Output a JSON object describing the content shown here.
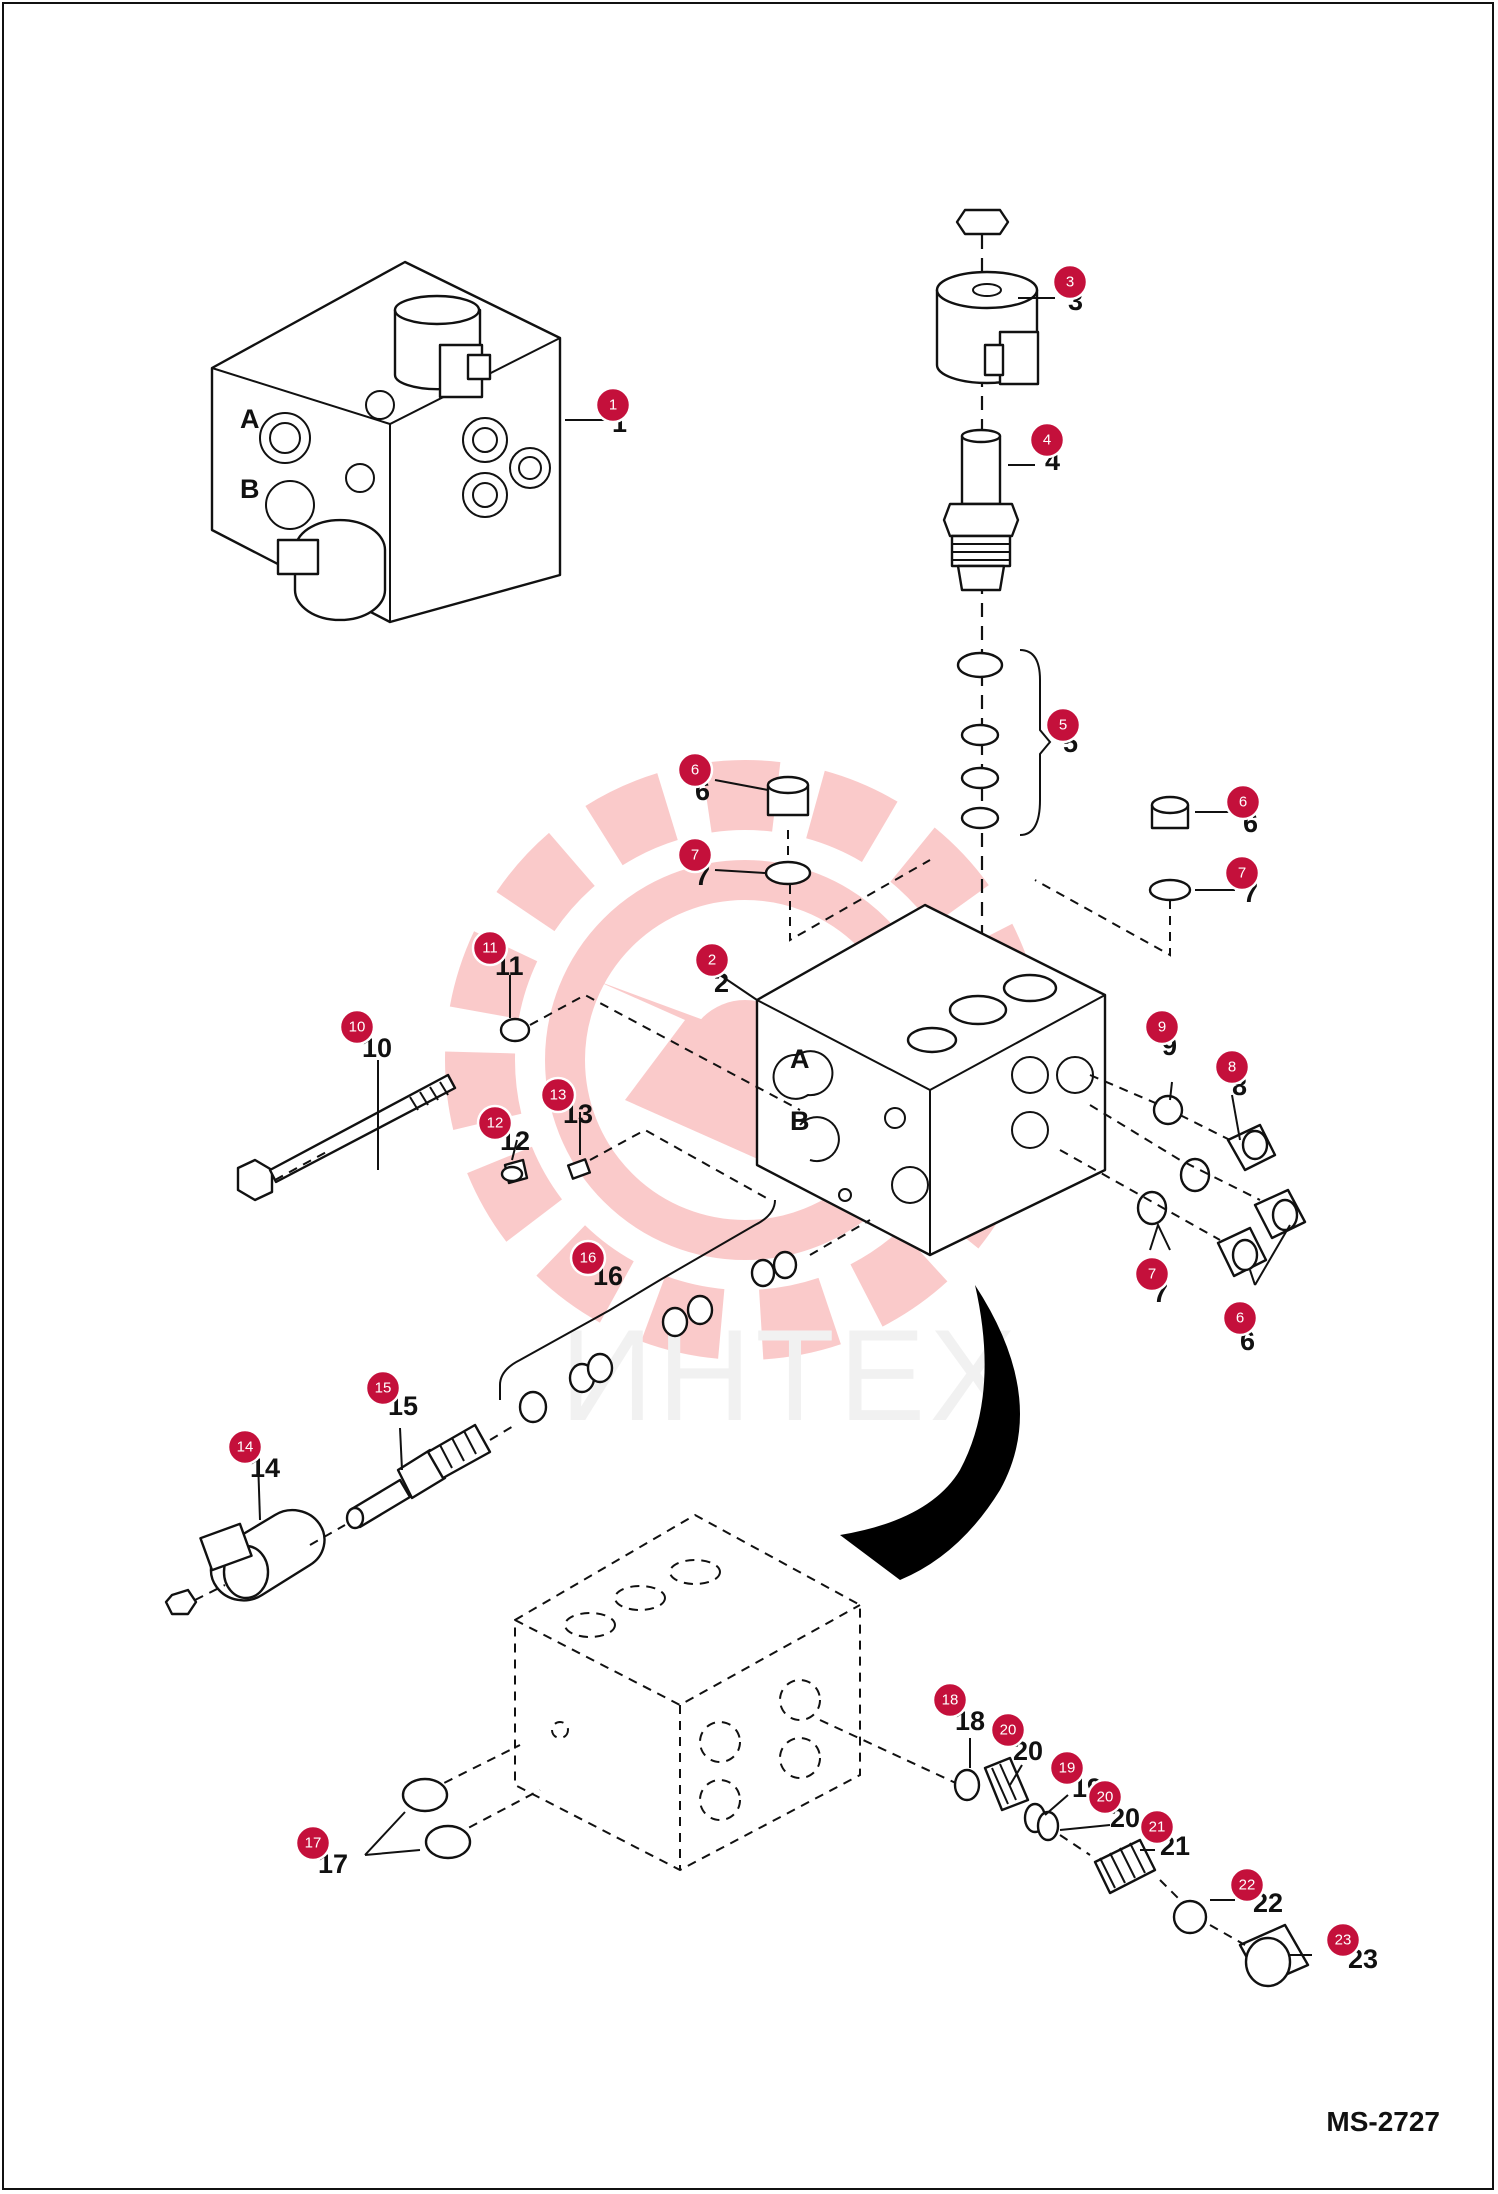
{
  "drawing_id": "MS-2727",
  "watermark": {
    "text": "ИНТЕХ",
    "color": "#f26a6a"
  },
  "callout_color": "#c4103b",
  "callouts": [
    {
      "id": "c1",
      "label": "1",
      "num": "1"
    },
    {
      "id": "c2",
      "label": "2",
      "num": "2"
    },
    {
      "id": "c3",
      "label": "3",
      "num": "3"
    },
    {
      "id": "c4",
      "label": "4",
      "num": "4"
    },
    {
      "id": "c5",
      "label": "5",
      "num": "5"
    },
    {
      "id": "c6a",
      "label": "6",
      "num": "6"
    },
    {
      "id": "c6b",
      "label": "6",
      "num": "6"
    },
    {
      "id": "c6c",
      "label": "6",
      "num": "6"
    },
    {
      "id": "c7a",
      "label": "7",
      "num": "7"
    },
    {
      "id": "c7b",
      "label": "7",
      "num": "7"
    },
    {
      "id": "c7c",
      "label": "7",
      "num": "7"
    },
    {
      "id": "c8",
      "label": "8",
      "num": "8"
    },
    {
      "id": "c9",
      "label": "9",
      "num": "9"
    },
    {
      "id": "c10",
      "label": "10",
      "num": "10"
    },
    {
      "id": "c11",
      "label": "11",
      "num": "11"
    },
    {
      "id": "c12",
      "label": "12",
      "num": "12"
    },
    {
      "id": "c13",
      "label": "13",
      "num": "13"
    },
    {
      "id": "c14",
      "label": "14",
      "num": "14"
    },
    {
      "id": "c15",
      "label": "15",
      "num": "15"
    },
    {
      "id": "c16",
      "label": "16",
      "num": "16"
    },
    {
      "id": "c17",
      "label": "17",
      "num": "17"
    },
    {
      "id": "c18",
      "label": "18",
      "num": "18"
    },
    {
      "id": "c19",
      "label": "19",
      "num": "19"
    },
    {
      "id": "c20a",
      "label": "20",
      "num": "20"
    },
    {
      "id": "c20b",
      "label": "20",
      "num": "20"
    },
    {
      "id": "c21",
      "label": "21",
      "num": "21"
    },
    {
      "id": "c22",
      "label": "22",
      "num": "22"
    },
    {
      "id": "c23",
      "label": "23",
      "num": "23"
    }
  ],
  "port_marks": {
    "a": "A",
    "b": "B"
  }
}
